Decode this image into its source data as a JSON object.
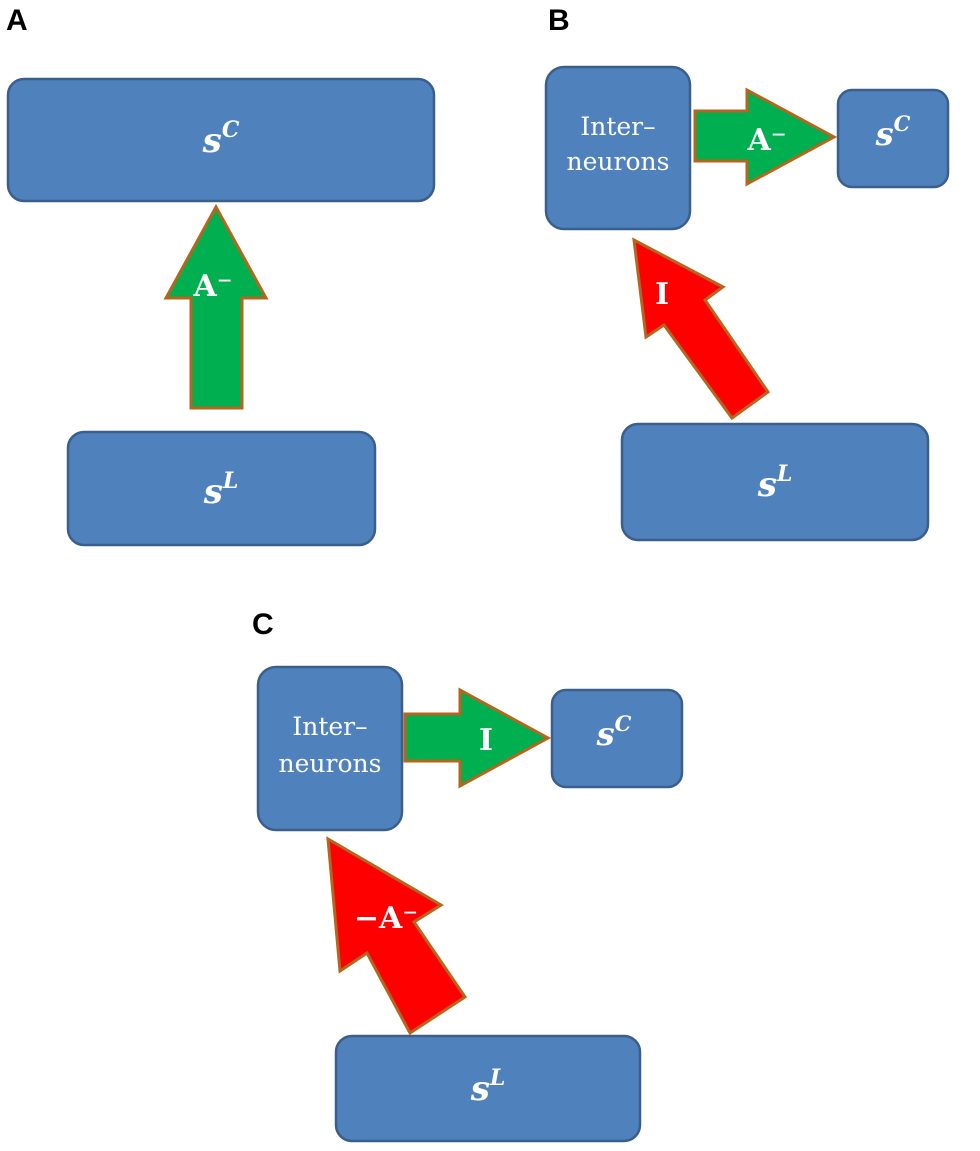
{
  "panels": {
    "A": {
      "label": "A",
      "top_box": {
        "base": "s",
        "sup": "C"
      },
      "bottom_box": {
        "base": "s",
        "sup": "L"
      },
      "arrow": {
        "text": "A⁻",
        "color": "#00b050"
      }
    },
    "B": {
      "label": "B",
      "interneurons": {
        "line1": "Inter–",
        "line2": "neurons"
      },
      "target_box": {
        "base": "s",
        "sup": "C"
      },
      "source_box": {
        "base": "s",
        "sup": "L"
      },
      "right_arrow": {
        "text": "A⁻",
        "color": "#00b050"
      },
      "diagonal_arrow": {
        "text": "I",
        "color": "#ff0000"
      }
    },
    "C": {
      "label": "C",
      "interneurons": {
        "line1": "Inter–",
        "line2": "neurons"
      },
      "target_box": {
        "base": "s",
        "sup": "C"
      },
      "source_box": {
        "base": "s",
        "sup": "L"
      },
      "right_arrow": {
        "text": "I",
        "color": "#00b050"
      },
      "diagonal_arrow": {
        "text": "−A⁻",
        "color": "#ff0000"
      }
    }
  },
  "colors": {
    "box_fill": "#4f81bd",
    "box_stroke": "#3a5f8c",
    "arrow_stroke": "#b5651d",
    "excitatory": "#00b050",
    "inhibitory": "#ff0000"
  }
}
